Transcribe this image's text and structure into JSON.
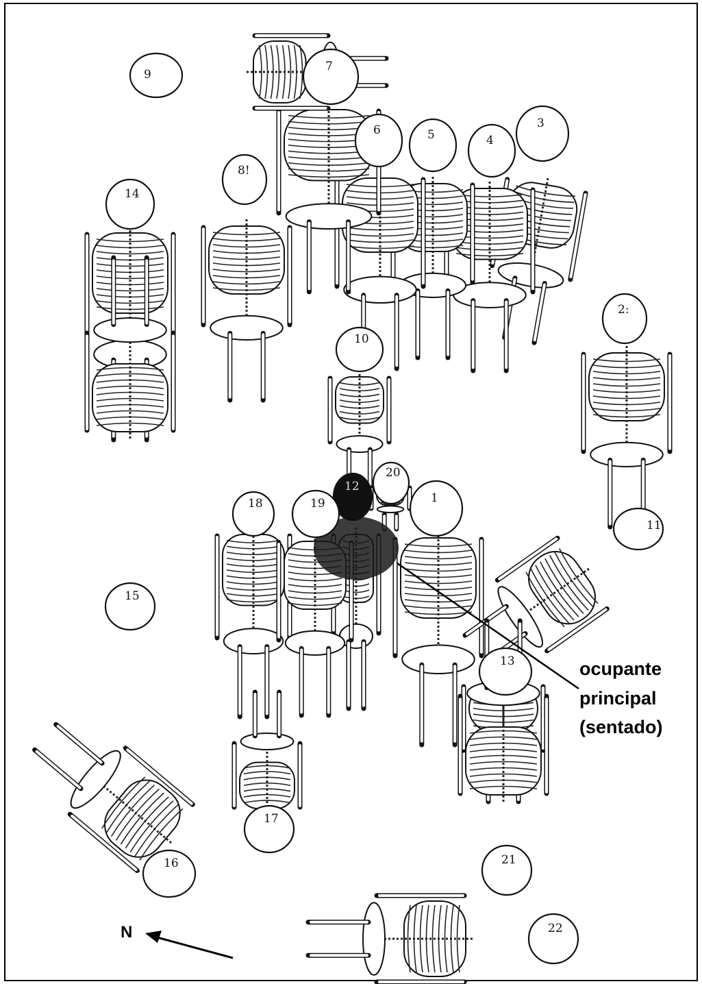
{
  "figure": {
    "skull_labels": [
      {
        "id": "1",
        "label": "1"
      },
      {
        "id": "2",
        "label": "2:"
      },
      {
        "id": "3",
        "label": "3"
      },
      {
        "id": "4",
        "label": "4"
      },
      {
        "id": "5",
        "label": "5"
      },
      {
        "id": "6",
        "label": "6"
      },
      {
        "id": "7",
        "label": "7"
      },
      {
        "id": "8",
        "label": "8!"
      },
      {
        "id": "9",
        "label": "9"
      },
      {
        "id": "10",
        "label": "10"
      },
      {
        "id": "11",
        "label": "11"
      },
      {
        "id": "12",
        "label": "12"
      },
      {
        "id": "13",
        "label": "13"
      },
      {
        "id": "14",
        "label": "14"
      },
      {
        "id": "15",
        "label": "15"
      },
      {
        "id": "16",
        "label": "16"
      },
      {
        "id": "17",
        "label": "17"
      },
      {
        "id": "18",
        "label": "18"
      },
      {
        "id": "19",
        "label": "19"
      },
      {
        "id": "20",
        "label": "20"
      },
      {
        "id": "21",
        "label": "21"
      },
      {
        "id": "22",
        "label": "22"
      }
    ],
    "annotation": {
      "line1": "ocupante",
      "line2": "principal",
      "line3": "(sentado)"
    },
    "north_label": "N"
  }
}
